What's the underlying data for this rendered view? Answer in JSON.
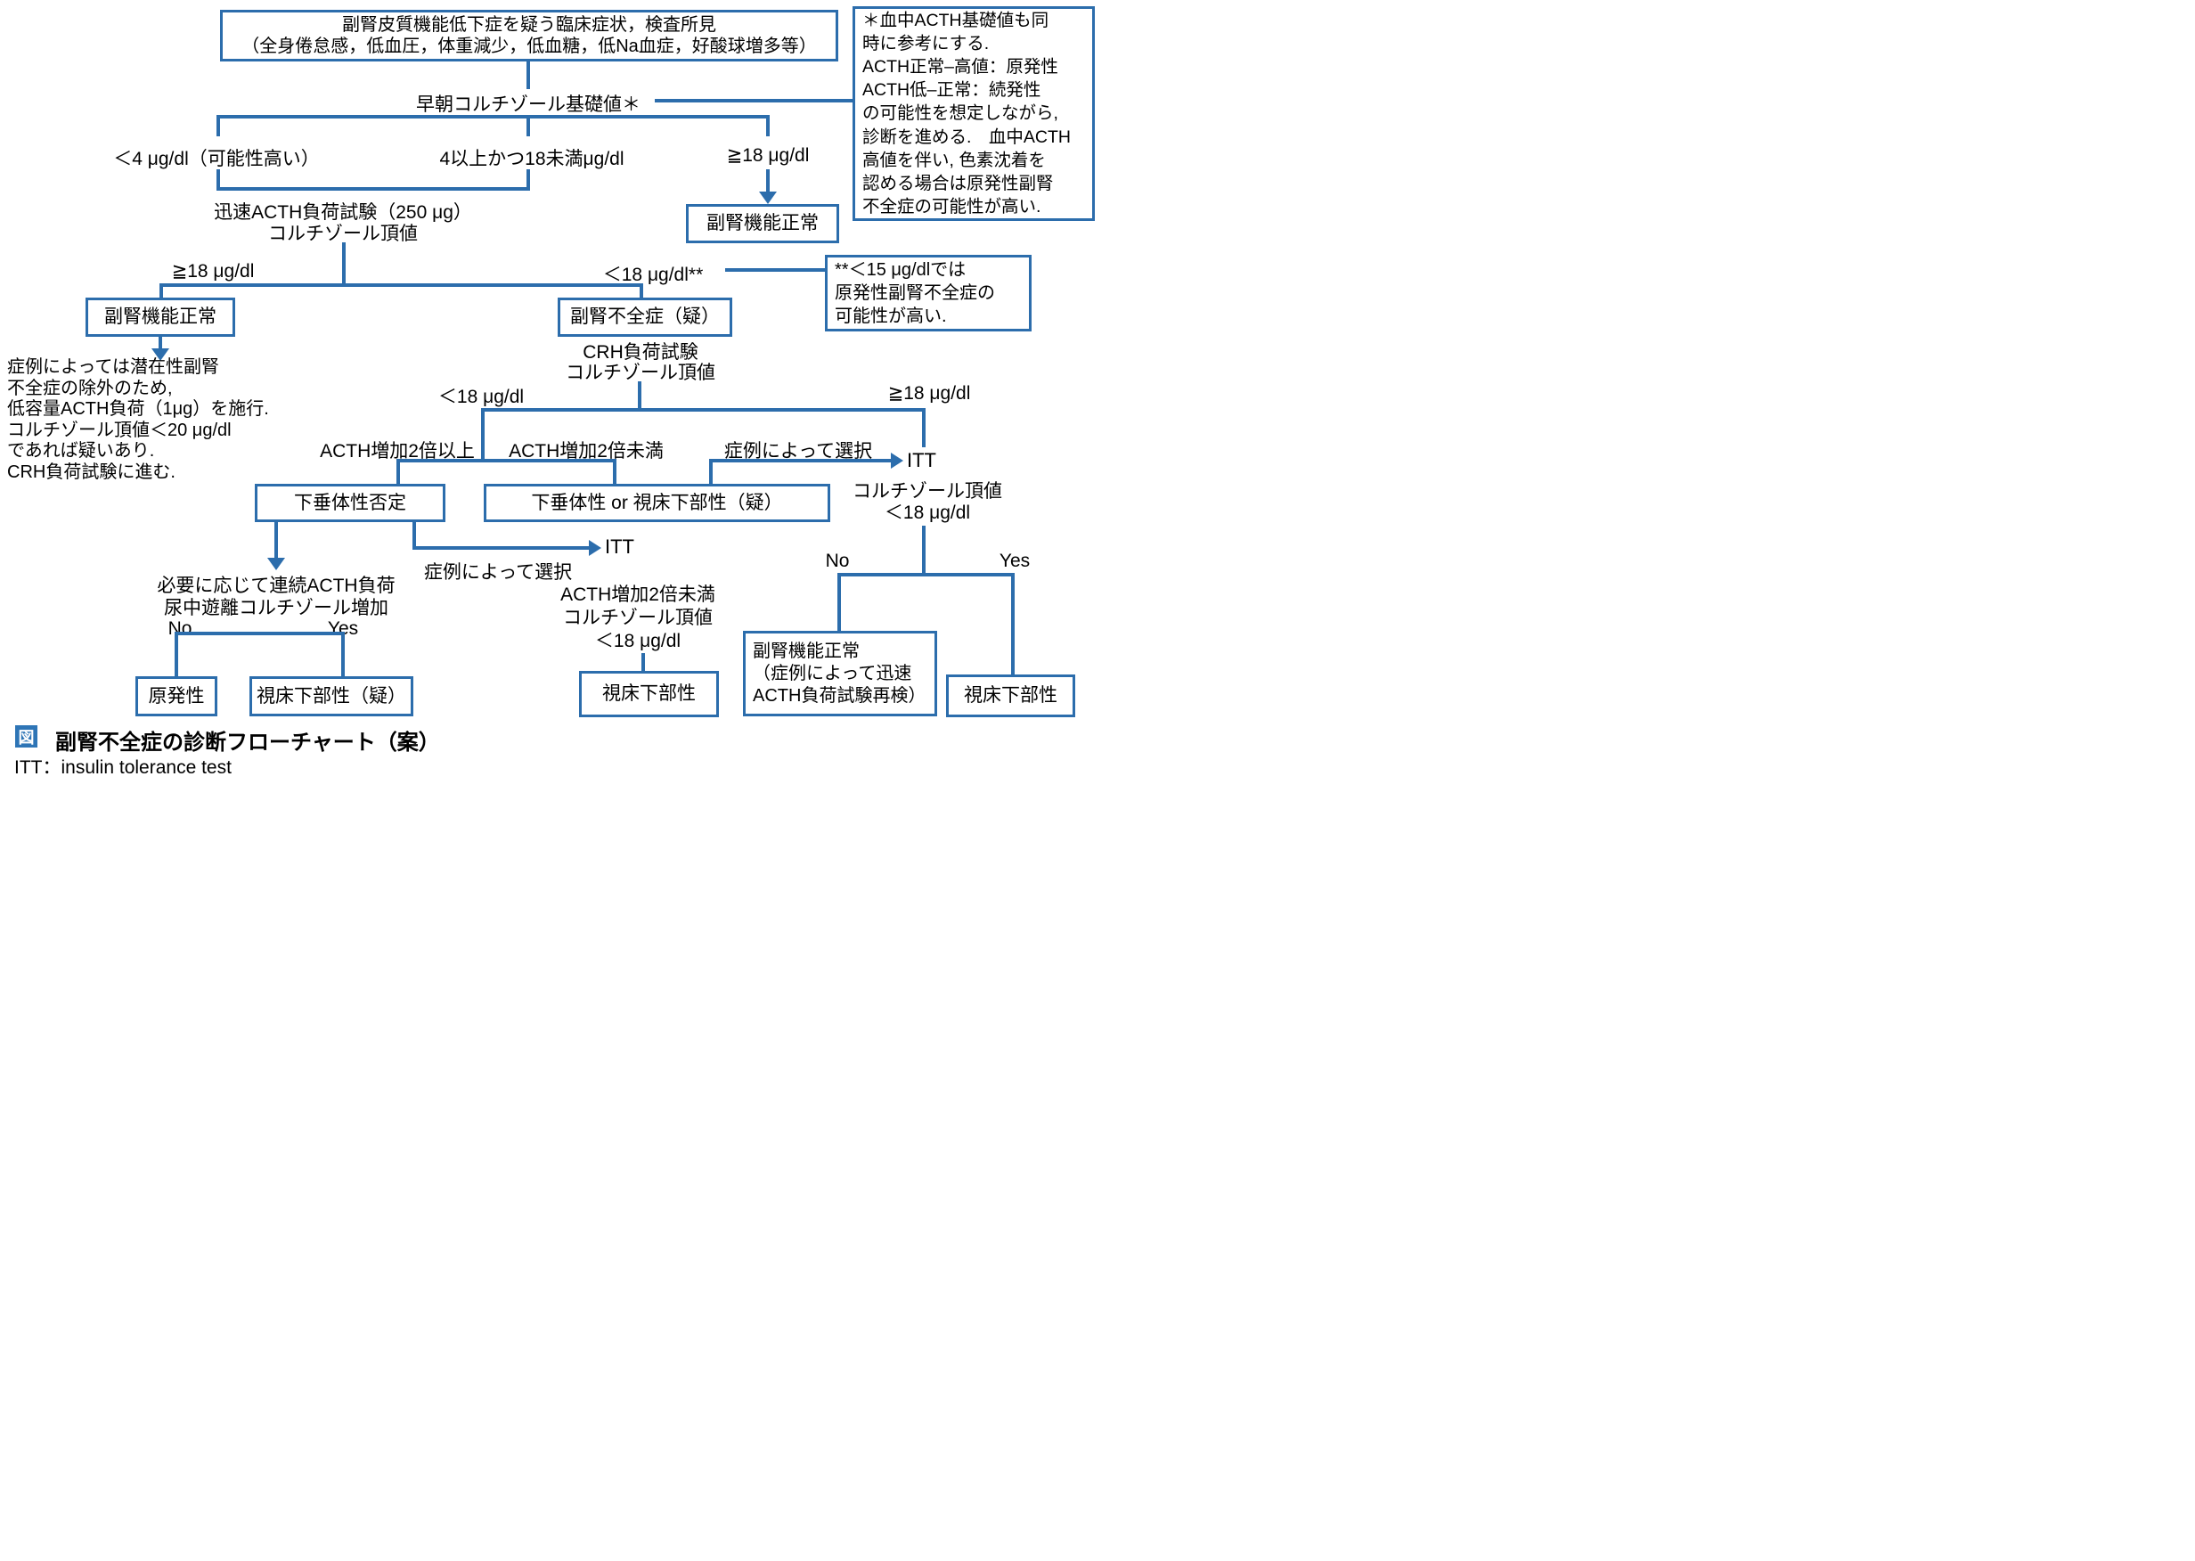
{
  "figure": {
    "caption_badge": "図",
    "caption_title": "副腎不全症の診断フローチャート（案）",
    "caption_note": "ITT：insulin tolerance test"
  },
  "colors": {
    "line_blue": "#2c6dac",
    "caption_badge_blue": "#2e75b6",
    "text": "#000000"
  },
  "nodes": {
    "start_line1": "副腎皮質機能低下症を疑う臨床症状，検査所見",
    "start_line2": "（全身倦怠感，低血圧，体重減少，低血糖，低Na血症，好酸球増多等）",
    "basal_cortisol": "早朝コルチゾール基礎値＊",
    "note_acth_basal": "＊血中ACTH基礎値も同\n時に参考にする.\nACTH正常–高値：原発性\nACTH低–正常：続発性\nの可能性を想定しながら,\n診断を進める.　血中ACTH\n高値を伴い, 色素沈着を\n認める場合は原発性副腎\n不全症の可能性が高い.",
    "branch_lt4": "＜4 μg/dl（可能性高い）",
    "branch_4to18": "4以上かつ18未満μg/dl",
    "branch_ge18": "≧18 μg/dl",
    "rapid_acth": "迅速ACTH負荷試験（250 μg）\nコルチゾール頂値",
    "adrenal_normal_1": "副腎機能正常",
    "rapid_ge18": "≧18 μg/dl",
    "rapid_lt18": "＜18 μg/dl**",
    "note_lt15": "**＜15 μg/dlでは\n原発性副腎不全症の\n可能性が高い.",
    "adrenal_normal_2": "副腎機能正常",
    "insufficiency_suspect": "副腎不全症（疑）",
    "latent_note": "症例によっては潜在性副腎\n不全症の除外のため,\n低容量ACTH負荷（1μg）を施行.\nコルチゾール頂値＜20 μg/dl\nであれば疑いあり.\nCRH負荷試験に進む.",
    "crh_test": "CRH負荷試験\nコルチゾール頂値",
    "crh_lt18": "＜18 μg/dl",
    "crh_ge18": "≧18 μg/dl",
    "acth_gain_ge2": "ACTH増加2倍以上",
    "acth_gain_lt2": "ACTH増加2倍未満",
    "case_select_1": "症例によって選択",
    "itt_1": "ITT",
    "pituitary_denied": "下垂体性否定",
    "pituitary_or_hypothalamic": "下垂体性 or 視床下部性（疑）",
    "case_select_2": "症例によって選択",
    "itt_2": "ITT",
    "continuous_acth": "必要に応じて連続ACTH負荷\n尿中遊離コルチゾール増加",
    "no_1": "No",
    "yes_1": "Yes",
    "primary": "原発性",
    "hypothalamic_suspect": "視床下部性（疑）",
    "acth_lt2_result": "ACTH増加2倍未満\nコルチゾール頂値\n＜18 μg/dl",
    "hypothalamic_1": "視床下部性",
    "itt_result": "コルチゾール頂値\n＜18 μg/dl",
    "no_2": "No",
    "yes_2": "Yes",
    "normal_recheck": "副腎機能正常\n（症例によって迅速\nACTH負荷試験再検）",
    "hypothalamic_2": "視床下部性"
  }
}
